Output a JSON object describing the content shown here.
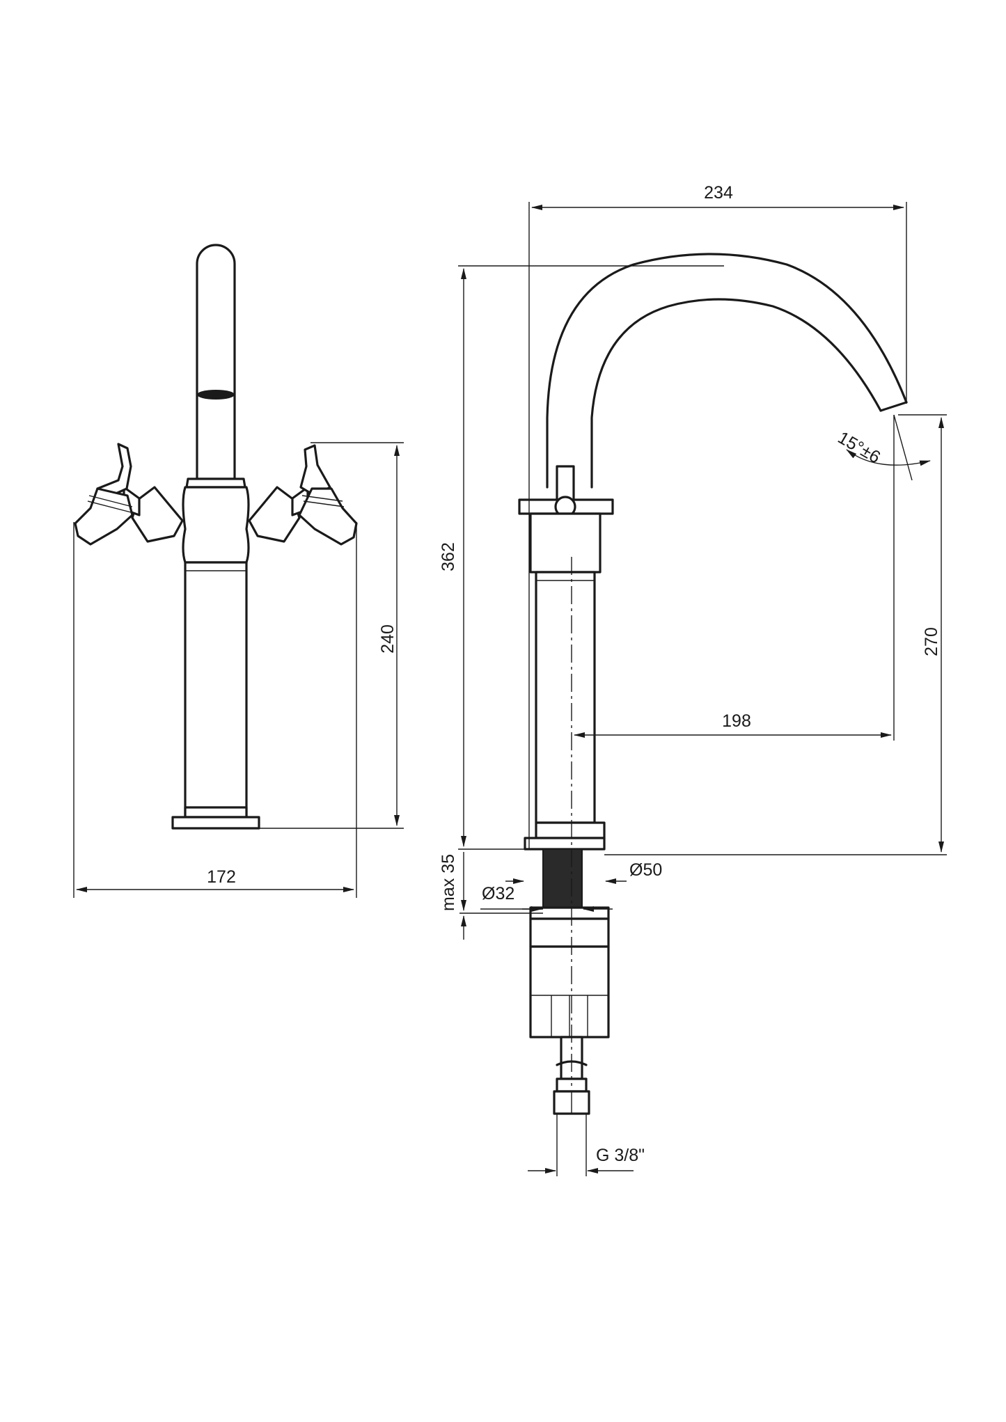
{
  "dimensions": {
    "front_width": "172",
    "front_height": "240",
    "spout_reach_total": "234",
    "total_height": "362",
    "spout_reach": "198",
    "spout_height": "270",
    "spout_angle": "15°±6",
    "max_counter_thickness": "max 35",
    "thread_diameter": "Ø32",
    "base_diameter": "Ø50",
    "connection": "G 3/8\""
  }
}
